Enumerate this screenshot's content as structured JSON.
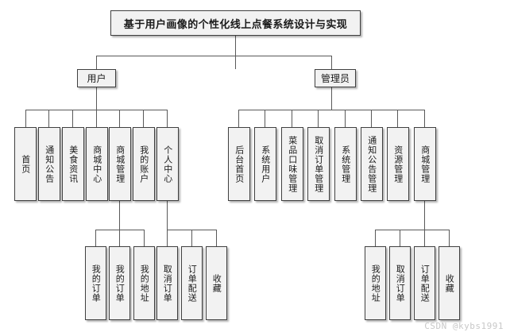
{
  "diagram": {
    "type": "tree-hierarchy",
    "root": {
      "label": "基于用户画像的个性化线上点餐系统设计与实现"
    },
    "branches": [
      {
        "name": "user-branch",
        "label": "用户",
        "children": [
          {
            "label": "首页"
          },
          {
            "label": "通知公告"
          },
          {
            "label": "美食资讯"
          },
          {
            "label": "商城中心"
          },
          {
            "label": "商城管理"
          },
          {
            "label": "我的账户"
          },
          {
            "label": "个人中心"
          }
        ]
      },
      {
        "name": "admin-branch",
        "label": "管理员",
        "children": [
          {
            "label": "后台首页"
          },
          {
            "label": "系统用户"
          },
          {
            "label": "菜品口味管理"
          },
          {
            "label": "取消订单管理"
          },
          {
            "label": "系统管理"
          },
          {
            "label": "通知公告管理"
          },
          {
            "label": "资源管理"
          },
          {
            "label": "商城管理"
          }
        ]
      }
    ],
    "leaf_groups": [
      {
        "name": "user-shop-manage-leaves",
        "parent": "商城管理",
        "items": [
          {
            "label": "我的订单"
          },
          {
            "label": "我的订单"
          },
          {
            "label": "我的地址"
          }
        ]
      },
      {
        "name": "user-personal-center-leaves",
        "parent": "个人中心",
        "items": [
          {
            "label": "取消订单"
          },
          {
            "label": "订单配送"
          },
          {
            "label": "收藏"
          }
        ]
      },
      {
        "name": "admin-shop-manage-leaves",
        "parent": "商城管理",
        "items": [
          {
            "label": "我的地址"
          },
          {
            "label": "取消订单"
          },
          {
            "label": "订单配送"
          },
          {
            "label": "收藏"
          }
        ]
      }
    ]
  },
  "watermark": {
    "text": "CSDN @kybs1991"
  },
  "colors": {
    "box_fill": "#f2f2f2",
    "box_border": "#404040",
    "line": "#595959",
    "text": "#1a1a1a",
    "watermark": "#c8c8c8",
    "background": "#ffffff"
  }
}
